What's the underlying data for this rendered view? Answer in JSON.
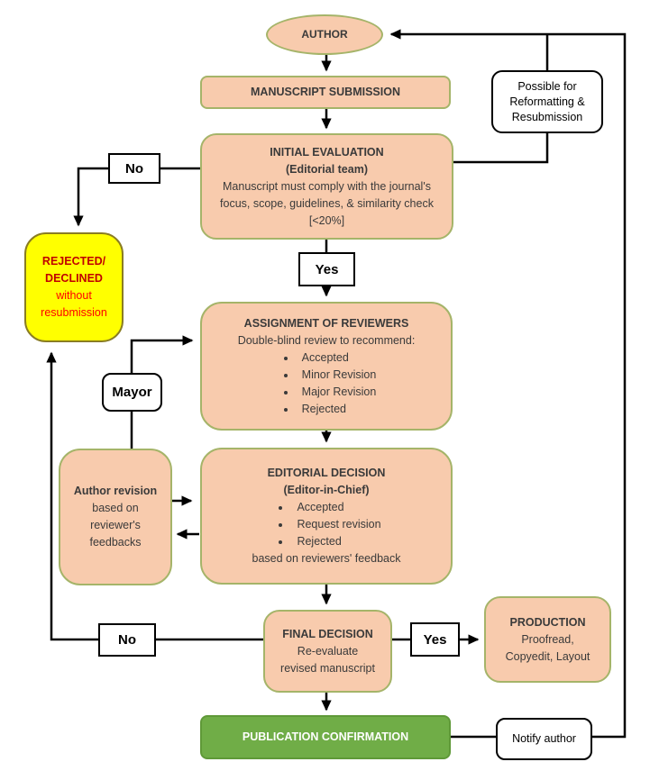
{
  "colors": {
    "node_fill": "#f8cbad",
    "node_border": "#a5b469",
    "reject_fill": "#ffff00",
    "reject_border": "#8a7d22",
    "reject_title_color": "#c00000",
    "reject_body_color": "#ff0000",
    "publication_fill": "#70ad47",
    "publication_text": "#ffffff",
    "line_color": "#000000"
  },
  "nodes": {
    "author": {
      "label": "AUTHOR"
    },
    "manuscript_submission": {
      "label": "MANUSCRIPT SUBMISSION"
    },
    "possible_resubmission": {
      "lines": [
        "Possible for",
        "Reformatting &",
        "Resubmission"
      ]
    },
    "initial_evaluation": {
      "title": "INITIAL EVALUATION",
      "subtitle": "(Editorial team)",
      "body": [
        "Manuscript must comply with the journal's",
        "focus, scope, guidelines, & similarity check",
        "[<20%]"
      ]
    },
    "rejected": {
      "title_lines": [
        "REJECTED/",
        "DECLINED"
      ],
      "body_lines": [
        "without",
        "resubmission"
      ]
    },
    "assignment": {
      "title": "ASSIGNMENT OF REVIEWERS",
      "subtitle": "Double-blind review to recommend:",
      "bullets": [
        "Accepted",
        "Minor Revision",
        "Major Revision",
        "Rejected"
      ]
    },
    "author_revision": {
      "title": "Author revision",
      "body": [
        "based on",
        "reviewer's",
        "feedbacks"
      ]
    },
    "editorial_decision": {
      "title": "EDITORIAL DECISION",
      "subtitle": "(Editor-in-Chief)",
      "bullets": [
        "Accepted",
        "Request revision",
        "Rejected"
      ],
      "footer": "based on reviewers' feedback"
    },
    "final_decision": {
      "title": "FINAL DECISION",
      "body": [
        "Re-evaluate",
        "revised manuscript"
      ]
    },
    "production": {
      "title": "PRODUCTION",
      "body": [
        "Proofread,",
        "Copyedit, Layout"
      ]
    },
    "publication_confirmation": {
      "label": "PUBLICATION CONFIRMATION"
    },
    "notify_author": {
      "label": "Notify author"
    }
  },
  "edge_labels": {
    "no_initial": "No",
    "yes_initial": "Yes",
    "mayor": "Mayor",
    "no_final": "No",
    "yes_final": "Yes"
  }
}
